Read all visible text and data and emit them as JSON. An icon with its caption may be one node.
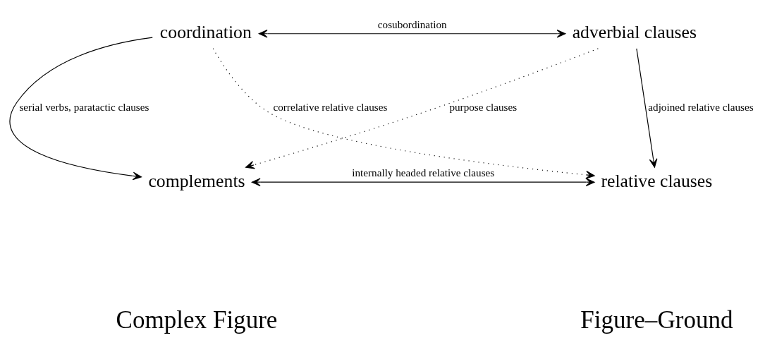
{
  "diagram": {
    "nodes": [
      {
        "text": [
          "coordination"
        ]
      },
      {
        "text": [
          "adverbial clauses"
        ]
      },
      {
        "text": [
          "complements"
        ]
      },
      {
        "text": [
          "relative clauses"
        ]
      }
    ],
    "edges": [
      {
        "from": 0,
        "to": 1,
        "arrow": "both",
        "label": "cosubordination"
      },
      {
        "from": 0,
        "to": 2,
        "arrow": "to",
        "label": "serial verbs, paratactic clauses"
      },
      {
        "from": 1,
        "to": 3,
        "arrow": "to",
        "label": "adjoined relative clauses"
      },
      {
        "from": 0,
        "to": 3,
        "arrow": "to",
        "style": "dashed",
        "label": "correlative relative clauses"
      },
      {
        "from": 1,
        "to": 2,
        "arrow": "to",
        "style": "dashed",
        "label": "purpose clauses"
      },
      {
        "from": 2,
        "to": 3,
        "arrow": "both",
        "label": "internally headed relative clauses"
      }
    ],
    "labels": [
      "Complex Figure",
      "Figure–Ground"
    ]
  }
}
